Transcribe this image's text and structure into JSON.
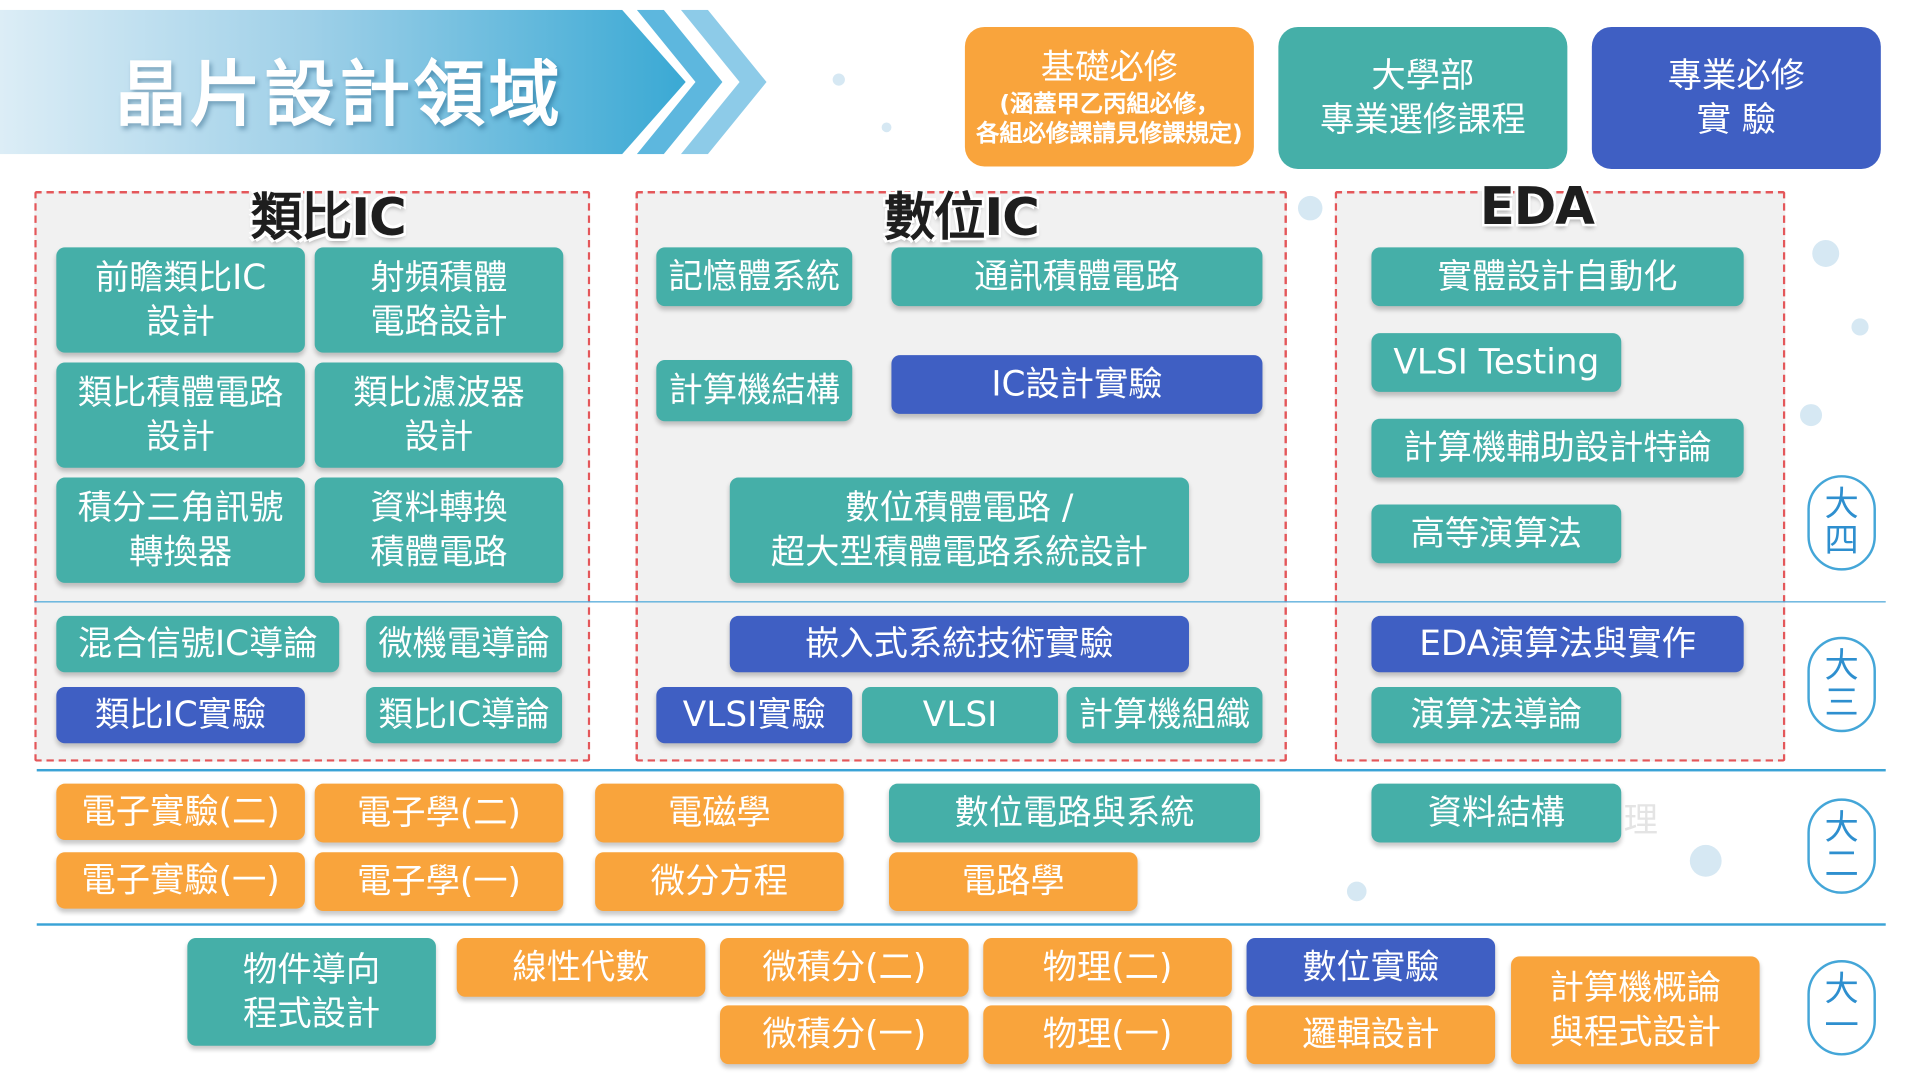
{
  "header": {
    "title": "晶片設計領域"
  },
  "legend": {
    "basic": {
      "line1": "基礎必修",
      "note1": "(涵蓋甲乙丙組必修，",
      "note2": "各組必修課請見修課規定)",
      "color": "#f9a43c"
    },
    "elective": {
      "line1": "大學部",
      "line2": "專業選修課程",
      "color": "#45afa8"
    },
    "lab": {
      "line1": "專業必修",
      "line2": "實 驗",
      "color": "#3f5fc3"
    }
  },
  "regions": {
    "analog": "類比IC",
    "digital": "數位IC",
    "eda": "EDA"
  },
  "years": {
    "senior": [
      "大",
      "四"
    ],
    "junior": [
      "大",
      "三"
    ],
    "sophomore": [
      "大",
      "二"
    ],
    "freshman": [
      "大",
      "一"
    ]
  },
  "ghost_text": "理",
  "courses": {
    "analog_senior": [
      "前瞻類比IC\n設計",
      "射頻積體\n電路設計",
      "類比積體電路\n設計",
      "類比濾波器\n設計",
      "積分三角訊號\n轉換器",
      "資料轉換\n積體電路"
    ],
    "analog_junior": [
      "混合信號IC導論",
      "微機電導論",
      "類比IC實驗",
      "類比IC導論"
    ],
    "digital_senior": [
      "記憶體系統",
      "通訊積體電路",
      "計算機結構",
      "IC設計實驗",
      "數位積體電路 /\n超大型積體電路系統設計"
    ],
    "digital_junior": [
      "嵌入式系統技術實驗",
      "VLSI實驗",
      "VLSI",
      "計算機組織"
    ],
    "eda_senior": [
      "實體設計自動化",
      "VLSI Testing",
      "計算機輔助設計特論",
      "高等演算法"
    ],
    "eda_junior": [
      "EDA演算法與實作",
      "演算法導論"
    ],
    "sophomore": [
      "電子實驗(二)",
      "電子學(二)",
      "電磁學",
      "數位電路與系統",
      "資料結構",
      "電子實驗(一)",
      "電子學(一)",
      "微分方程",
      "電路學"
    ],
    "freshman": [
      "物件導向\n程式設計",
      "線性代數",
      "微積分(二)",
      "物理(二)",
      "數位實驗",
      "微積分(一)",
      "物理(一)",
      "邏輯設計",
      "計算機概論\n與程式設計"
    ]
  }
}
